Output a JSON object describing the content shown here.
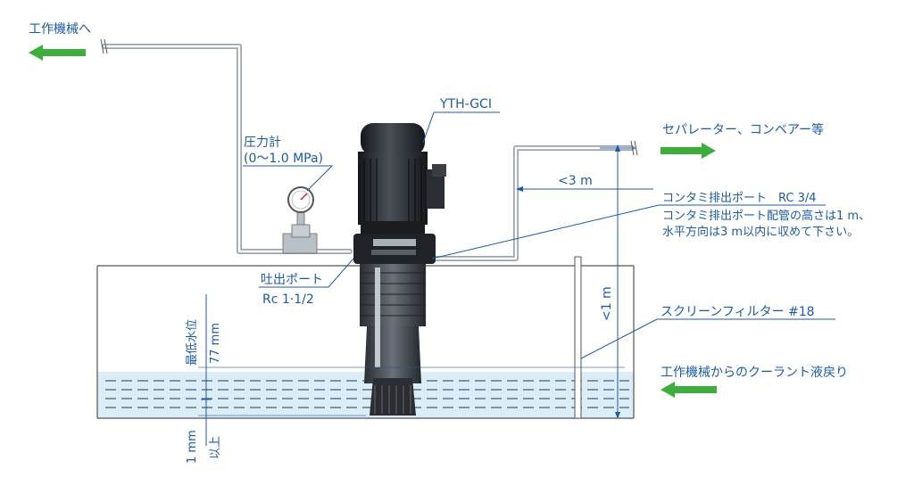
{
  "labels": {
    "to_machine": "工作機械へ",
    "separator": "セパレーター、コンベアー等",
    "model": "YTH-GCI",
    "pressure_gauge": "圧力計",
    "pressure_range": "(0～1.0 MPa)",
    "horizontal_limit": "<3 m",
    "contam_port": "コンタミ排出ポート　RC 3/4",
    "contam_note_1": "コンタミ排出ポート配管の高さは1 m、",
    "contam_note_2": "水平方向は3 m以内に収めて下さい。",
    "discharge_port": "吐出ポート",
    "discharge_size": "Rc 1·1/2",
    "vertical_limit": "<1 m",
    "screen_filter": "スクリーンフィルター #18",
    "coolant_return": "工作機械からのクーラント液戻り",
    "min_water_level": "最低水位",
    "min_water_value": "77 mm",
    "bottom_gap_value": "1 mm",
    "bottom_gap_note": "以上"
  },
  "colors": {
    "line": "#1c5aa8",
    "arrow": "#3cae3a",
    "water": "#dbeef8",
    "pipe": "#9aa4ad",
    "motor": "#2a2d33"
  }
}
